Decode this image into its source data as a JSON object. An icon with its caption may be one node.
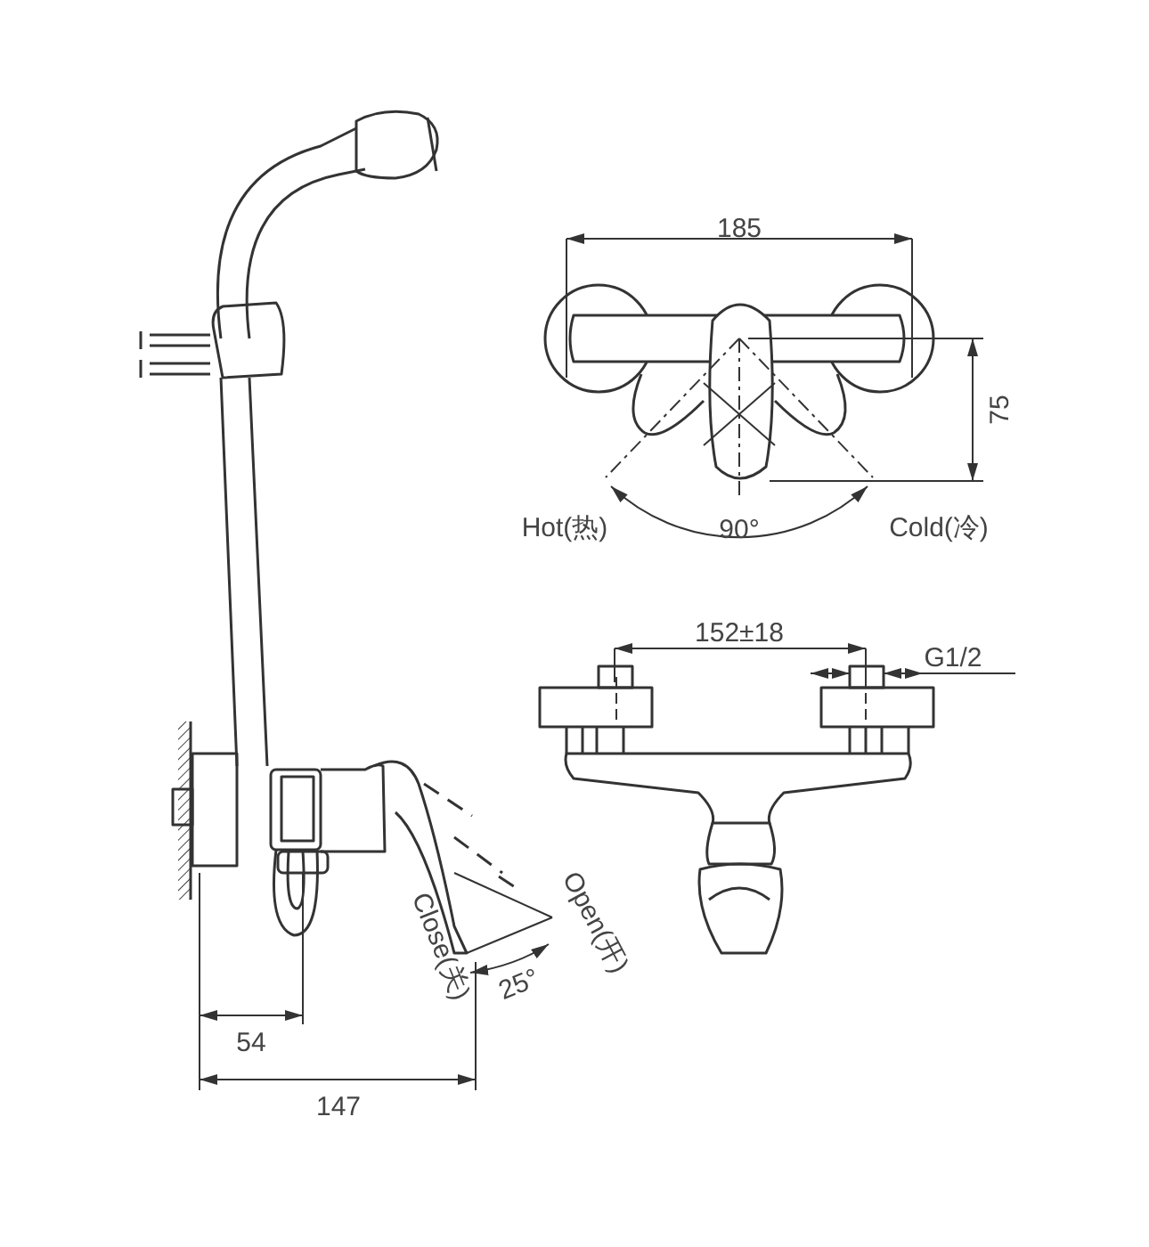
{
  "diagram": {
    "labels": [
      "185",
      "75",
      "Hot(热)",
      "90°",
      "Cold(冷)",
      "152±18",
      "G1/2",
      "Open(开)",
      "Close(关)",
      "25°",
      "54",
      "147"
    ]
  }
}
